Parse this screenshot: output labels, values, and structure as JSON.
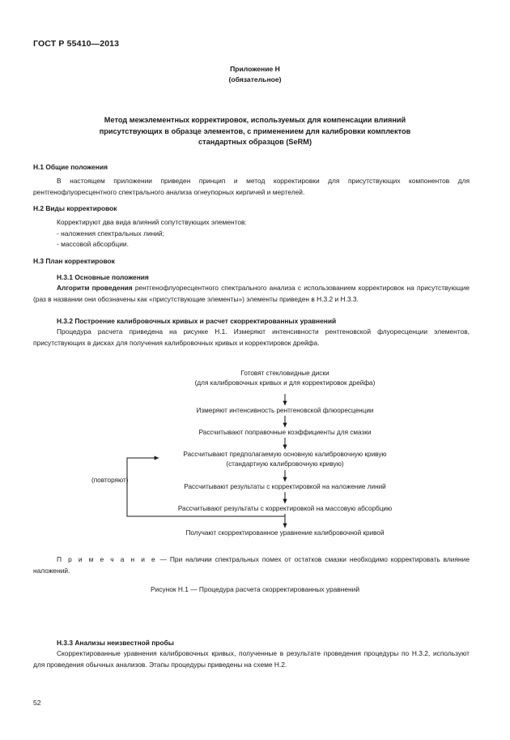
{
  "header": {
    "doc_code": "ГОСТ Р 55410—2013"
  },
  "annex": {
    "label": "Приложение Н",
    "status": "(обязательное)"
  },
  "title": {
    "line1": "Метод межэлементных корректировок, используемых для компенсации влияний",
    "line2": "присутствующих в образце элементов, с применением для калибровки комплектов",
    "line3": "стандартных образцов (SeRM)"
  },
  "sections": {
    "h1": {
      "heading": "Н.1 Общие положения",
      "paragraph": "В настоящем приложении приведен принцип и метод корректировки для присутствующих компонентов для рентгенофлуоресцентного спектрального анализа огнеупорных кирпичей и мертелей."
    },
    "h2": {
      "heading": "Н.2 Виды корректировок",
      "intro": "Корректируют два вида влияний сопутствующих элементов:",
      "item1": "- наложения спектральных линий;",
      "item2": "- массовой абсорбции."
    },
    "h3": {
      "heading": "Н.3 План корректировок",
      "sub1": {
        "heading": "Н.3.1 Основные положения",
        "lead": "Алгоритм проведения",
        "paragraph": " рентгенофлуоресцентного спектрального анализа с использованием корректировок на присутствующие (раз в названии они обозначены как «присутствующие элементы») элементы приведен в Н.3.2 и Н.3.3."
      },
      "sub2": {
        "heading": "Н.3.2 Построение калибровочных кривых и расчет скорректированных уравнений",
        "paragraph": "Процедура расчета приведена на рисунке Н.1. Измеряют интенсивности рентгеновской флуоресценции элементов, присутствующих в дисках для получения калибровочных кривых и корректировок дрейфа."
      },
      "sub3": {
        "heading": "Н.3.3 Анализы неизвестной пробы",
        "paragraph": "Скорректированные уравнения калибровочных кривых, полученные в результате проведения процедуры по Н.3.2, используют для проведения обычных анализов. Этапы процедуры приведены на схеме Н.2."
      }
    }
  },
  "flowchart": {
    "type": "flow-diagram",
    "loop_label": "(повторяют)",
    "nodes": [
      {
        "id": "node-1",
        "line1": "Готовят стекловидные диски",
        "line2": "(для калибровочных кривых и для корректировок дрейфа)"
      },
      {
        "id": "node-2",
        "line1": "Измеряют интенсивность рентгеновской флюоресценции",
        "line2": ""
      },
      {
        "id": "node-3",
        "line1": "Рассчитывают поправочные коэффициенты для смазки",
        "line2": ""
      },
      {
        "id": "node-4",
        "line1": "Рассчитывают предполагаемую основную калибровочную кривую",
        "line2": "(стандартную калибровочную кривую)"
      },
      {
        "id": "node-5",
        "line1": "Рассчитывают результаты с корректировкой на наложение линий",
        "line2": ""
      },
      {
        "id": "node-6",
        "line1": "Рассчитывают результаты с корректировкой на массовую абсорбцию",
        "line2": ""
      },
      {
        "id": "node-7",
        "line1": "Получают скорректированное уравнение калибровочной кривой",
        "line2": ""
      }
    ]
  },
  "note": {
    "label": "П р и м е ч а н и е",
    "dash": " — ",
    "text": "При наличии спектральных помех от остатков смазки необходимо корректировать влияние наложений."
  },
  "figure_caption": "Рисунок Н.1 — Процедура расчета скорректированных уравнений",
  "page_number": "52"
}
